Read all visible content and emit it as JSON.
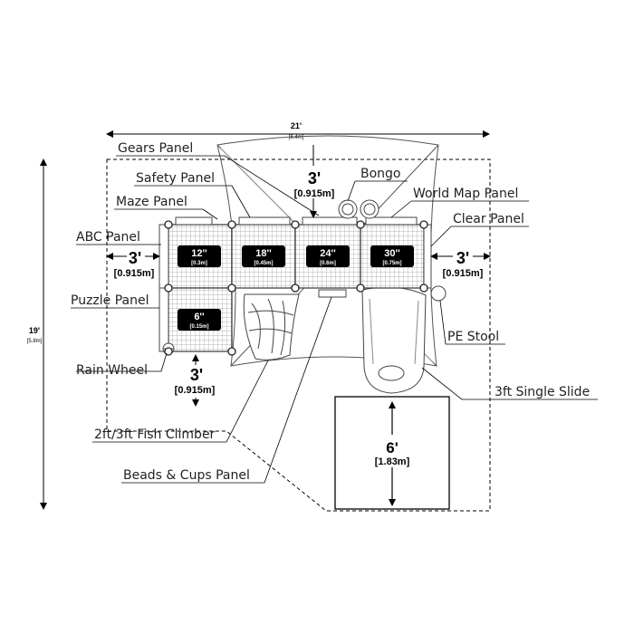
{
  "overall": {
    "width_ft": "21'",
    "width_m": "[6.4m]",
    "depth_ft": "19'",
    "depth_m": "[5.8m]"
  },
  "clearance": {
    "top_ft": "3'",
    "top_m": "[0.915m]",
    "left_ft": "3'",
    "left_m": "[0.915m]",
    "right_ft": "3'",
    "right_m": "[0.915m]",
    "bottom_ft": "3'",
    "bottom_m": "[0.915m]",
    "slide_ft": "6'",
    "slide_m": "[1.83m]"
  },
  "decks": [
    {
      "height": "12''",
      "metric": "[0.3m]"
    },
    {
      "height": "18''",
      "metric": "[0.45m]"
    },
    {
      "height": "24''",
      "metric": "[0.6m]"
    },
    {
      "height": "30''",
      "metric": "[0.75m]"
    },
    {
      "height": "6''",
      "metric": "[0.15m]"
    }
  ],
  "labels": {
    "gears_panel": "Gears Panel",
    "safety_panel": "Safety Panel",
    "maze_panel": "Maze Panel",
    "abc_panel": "ABC Panel",
    "puzzle_panel": "Puzzle Panel",
    "rain_wheel": "Rain Wheel",
    "bongo": "Bongo",
    "world_map_panel": "World Map Panel",
    "clear_panel": "Clear Panel",
    "pe_stool": "PE Stool",
    "single_slide": "3ft Single Slide",
    "fish_climber": "2ft/3ft Fish Climber",
    "beads_cups_panel": "Beads & Cups Panel"
  }
}
